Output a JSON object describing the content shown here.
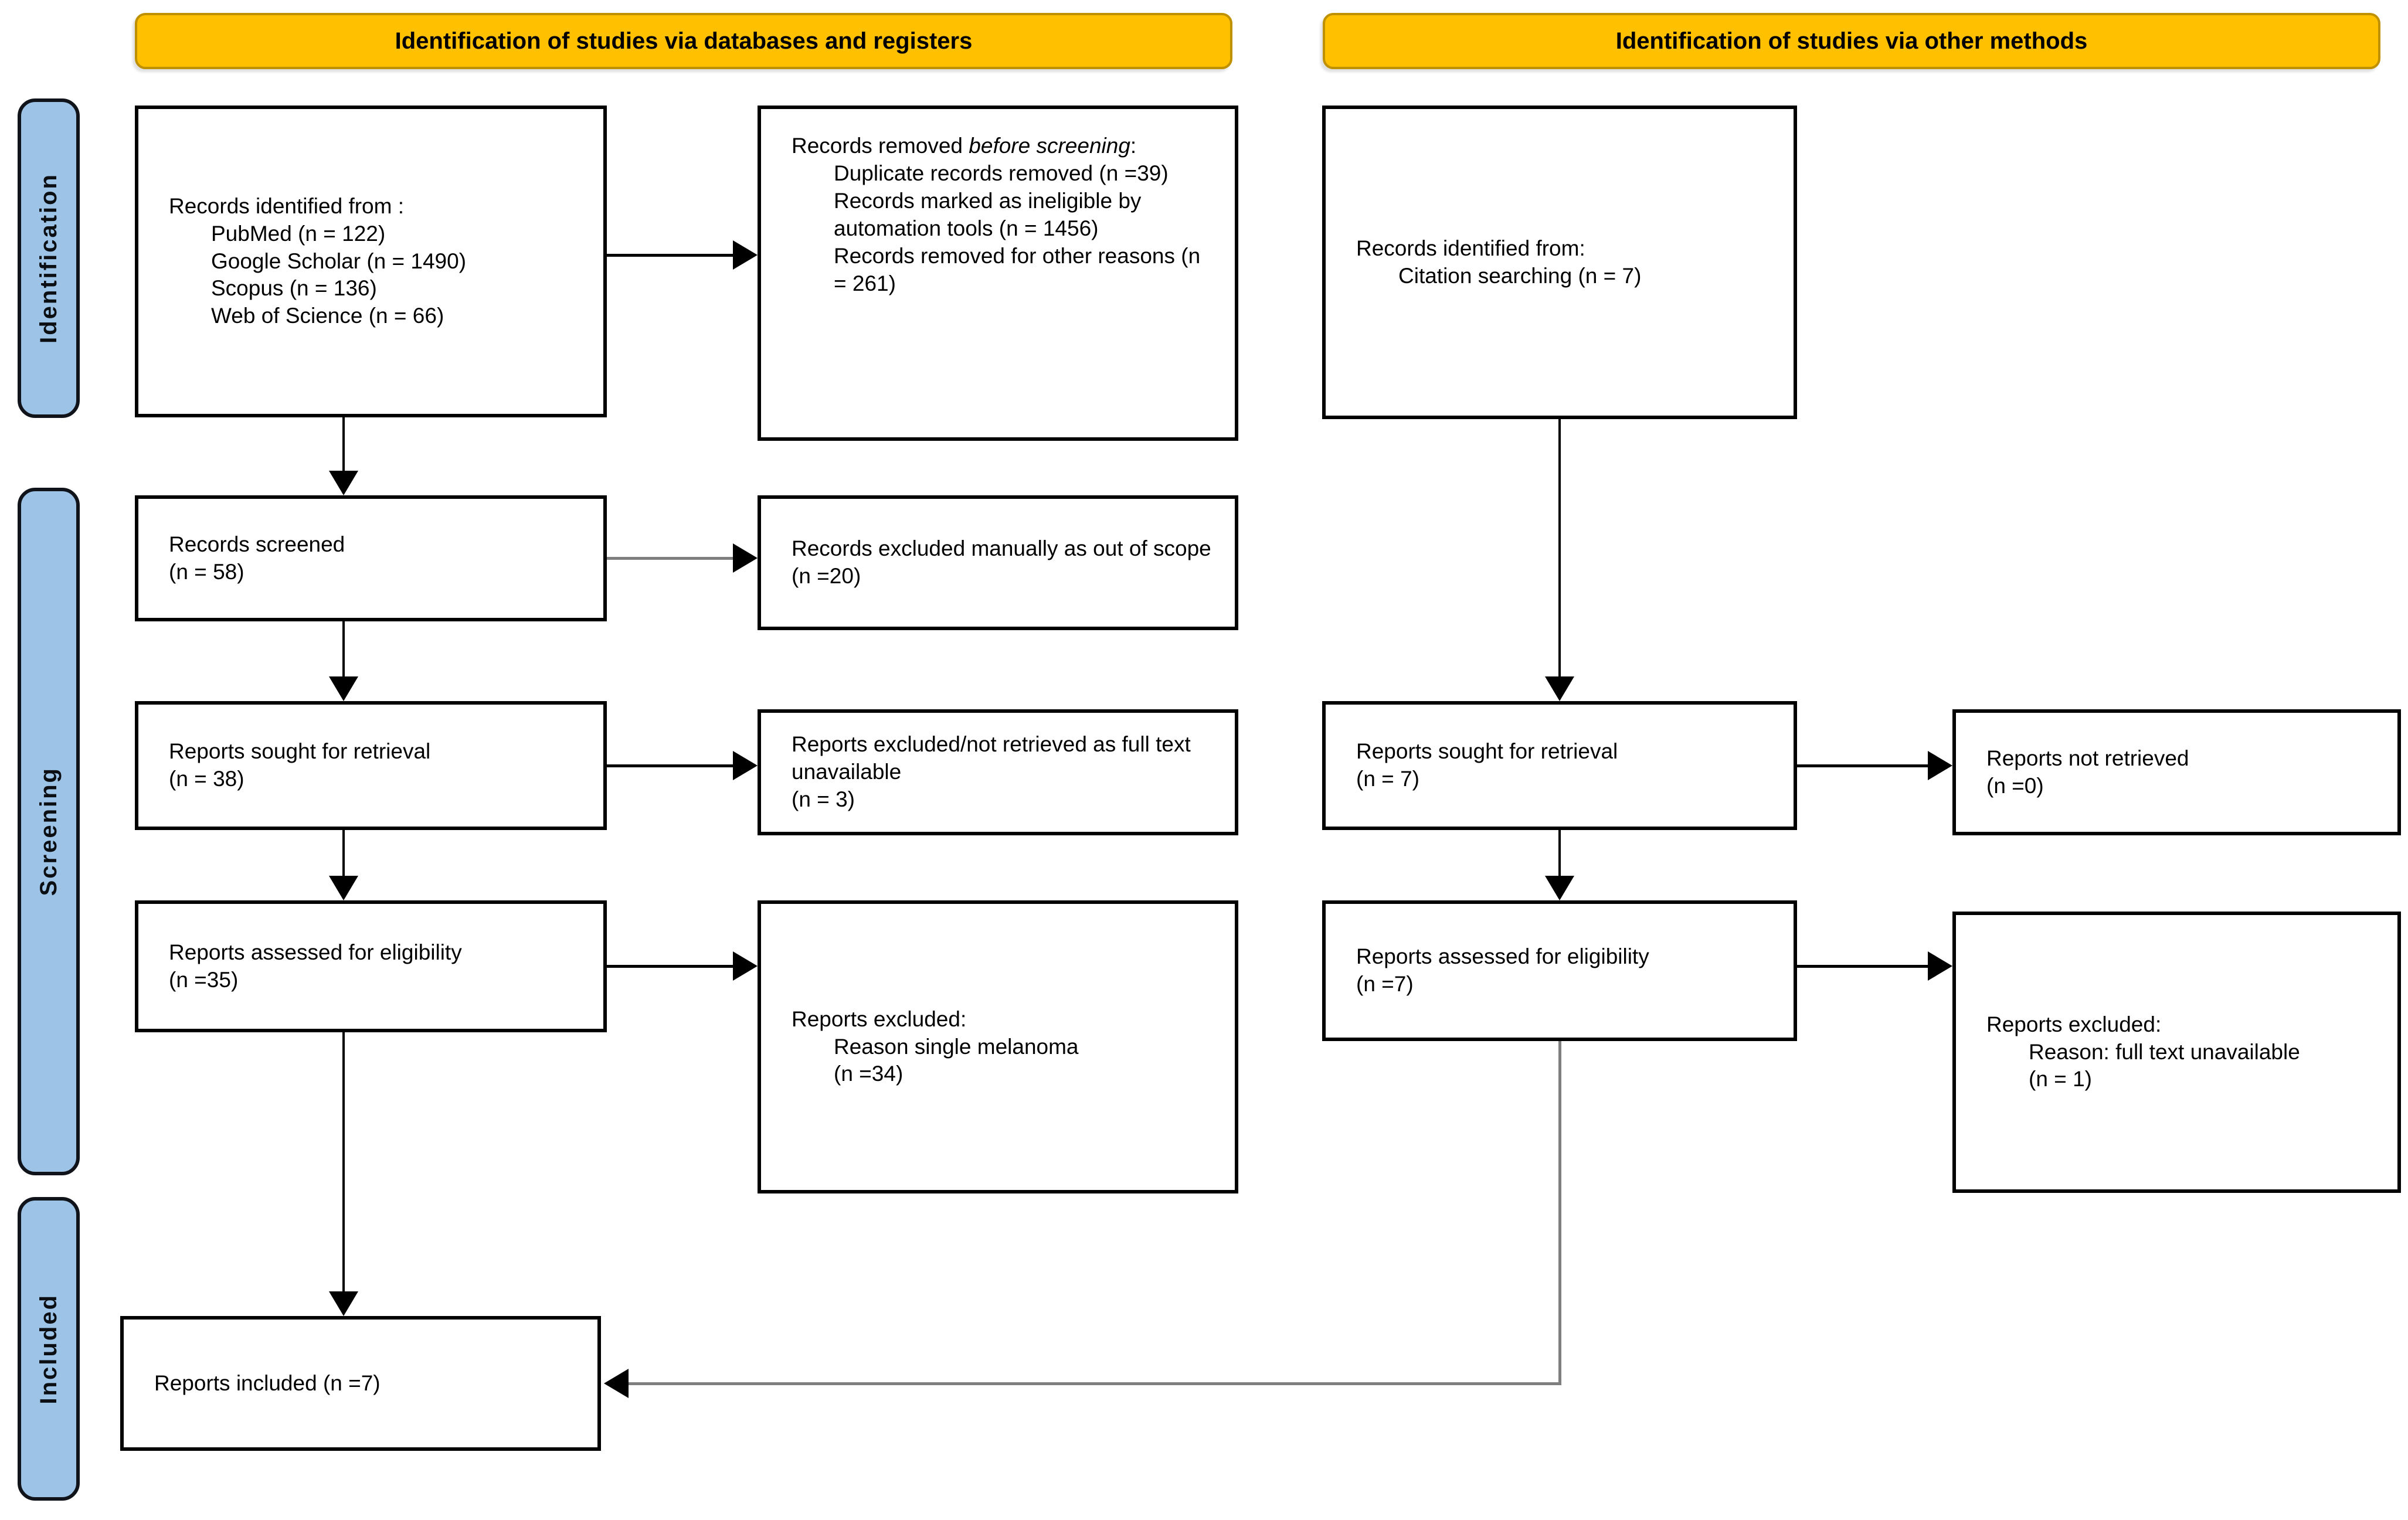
{
  "headers": {
    "left": "Identification of studies via databases and registers",
    "right": "Identification of studies via other methods"
  },
  "sidebar": {
    "items": [
      {
        "label": "Identification"
      },
      {
        "label": "Screening"
      },
      {
        "label": "Included"
      }
    ]
  },
  "boxes": {
    "db_identified": {
      "main": "Records identified from :",
      "items": [
        "PubMed (n = 122)",
        "Google Scholar (n = 1490)",
        "Scopus (n = 136)",
        "Web of Science (n = 66)"
      ]
    },
    "db_removed": {
      "main_prefix": "Records removed ",
      "main_italic": "before screening",
      "main_suffix": ":",
      "items": [
        "Duplicate records removed (n =39)",
        "Records marked as ineligible by automation tools (n = 1456)",
        "Records removed for other reasons (n = 261)"
      ]
    },
    "other_identified": {
      "main": "Records identified from:",
      "items": [
        "Citation searching (n = 7)"
      ]
    },
    "db_screened": {
      "lines": [
        "Records screened",
        "(n = 58)"
      ]
    },
    "db_excluded_scope": {
      "lines": [
        "Records excluded manually as out of scope",
        "(n =20)"
      ]
    },
    "db_sought": {
      "lines": [
        "Reports sought for retrieval",
        "(n = 38)"
      ]
    },
    "db_not_retrieved": {
      "lines": [
        "Reports excluded/not retrieved as full text unavailable",
        "(n = 3)"
      ]
    },
    "other_sought": {
      "lines": [
        "Reports sought for retrieval",
        "(n = 7)"
      ]
    },
    "other_not_retrieved": {
      "lines": [
        "Reports not retrieved",
        "(n =0)"
      ]
    },
    "db_assessed": {
      "lines": [
        "Reports assessed for eligibility",
        "(n =35)"
      ]
    },
    "db_excluded_reason": {
      "main": "Reports excluded:",
      "items": [
        "Reason single melanoma",
        "(n =34)"
      ]
    },
    "other_assessed": {
      "lines": [
        "Reports assessed for eligibility",
        "(n =7)"
      ]
    },
    "other_excluded_reason": {
      "main": "Reports excluded:",
      "items": [
        "Reason: full text unavailable",
        "(n = 1)"
      ]
    },
    "included": {
      "lines": [
        "Reports included (n =7)"
      ]
    }
  },
  "colors": {
    "header_fill": "#FFC000",
    "header_border": "#BF9000",
    "phase_fill": "#9DC3E6",
    "box_border": "#000000",
    "connector_black": "#000000",
    "connector_gray": "#7f7f7f",
    "background": "#ffffff"
  }
}
